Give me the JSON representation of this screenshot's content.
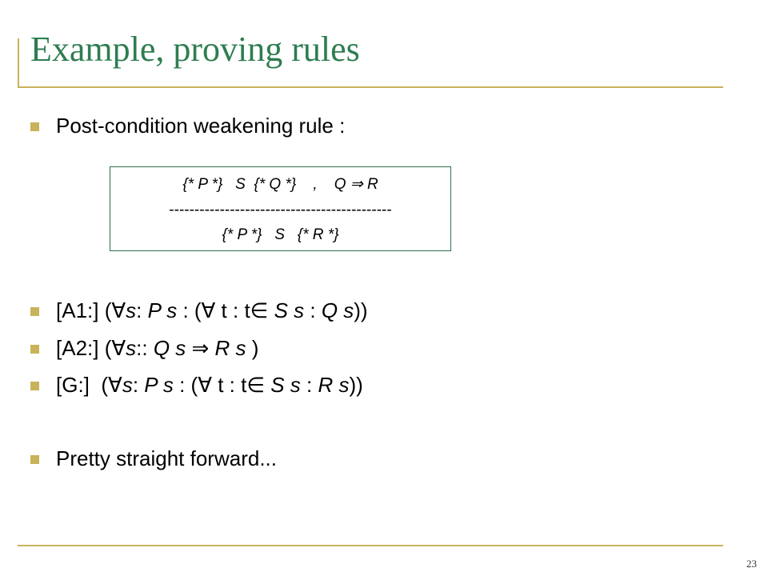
{
  "slide": {
    "title": "Example, proving rules",
    "page_number": "23"
  },
  "bullets": {
    "b1": "Post-condition weakening rule :",
    "a1": {
      "label": "[A1:]",
      "p1": " (∀",
      "v1": "s",
      "p2": ": ",
      "v2": "P s",
      "p3": " : (∀ t : t∈ ",
      "v3": "S s",
      "p4": " : ",
      "v4": "Q s",
      "p5": "))"
    },
    "a2": {
      "label": "[A2:]",
      "p1": " (∀",
      "v1": "s",
      "p2": ":: ",
      "v2": "Q s",
      "p3": " ⇒ ",
      "v3": "R s",
      "p4": " )"
    },
    "g": {
      "label": "[G:]",
      "p1": "  (∀",
      "v1": "s",
      "p2": ": ",
      "v2": "P s",
      "p3": " : (∀ t : t∈ ",
      "v3": "S s",
      "p4": " : ",
      "v4": "R s",
      "p5": "))"
    },
    "b5": "Pretty straight forward..."
  },
  "rule_box": {
    "premise": "{* P *}   S  {* Q *}    ,    Q ⇒ R",
    "separator": "--------------------------------------------",
    "conclusion": "{* P *}   S   {* R *}"
  },
  "colors": {
    "title": "#2e7d50",
    "accent": "#c8b35a",
    "box_border": "#2e6f4a"
  }
}
